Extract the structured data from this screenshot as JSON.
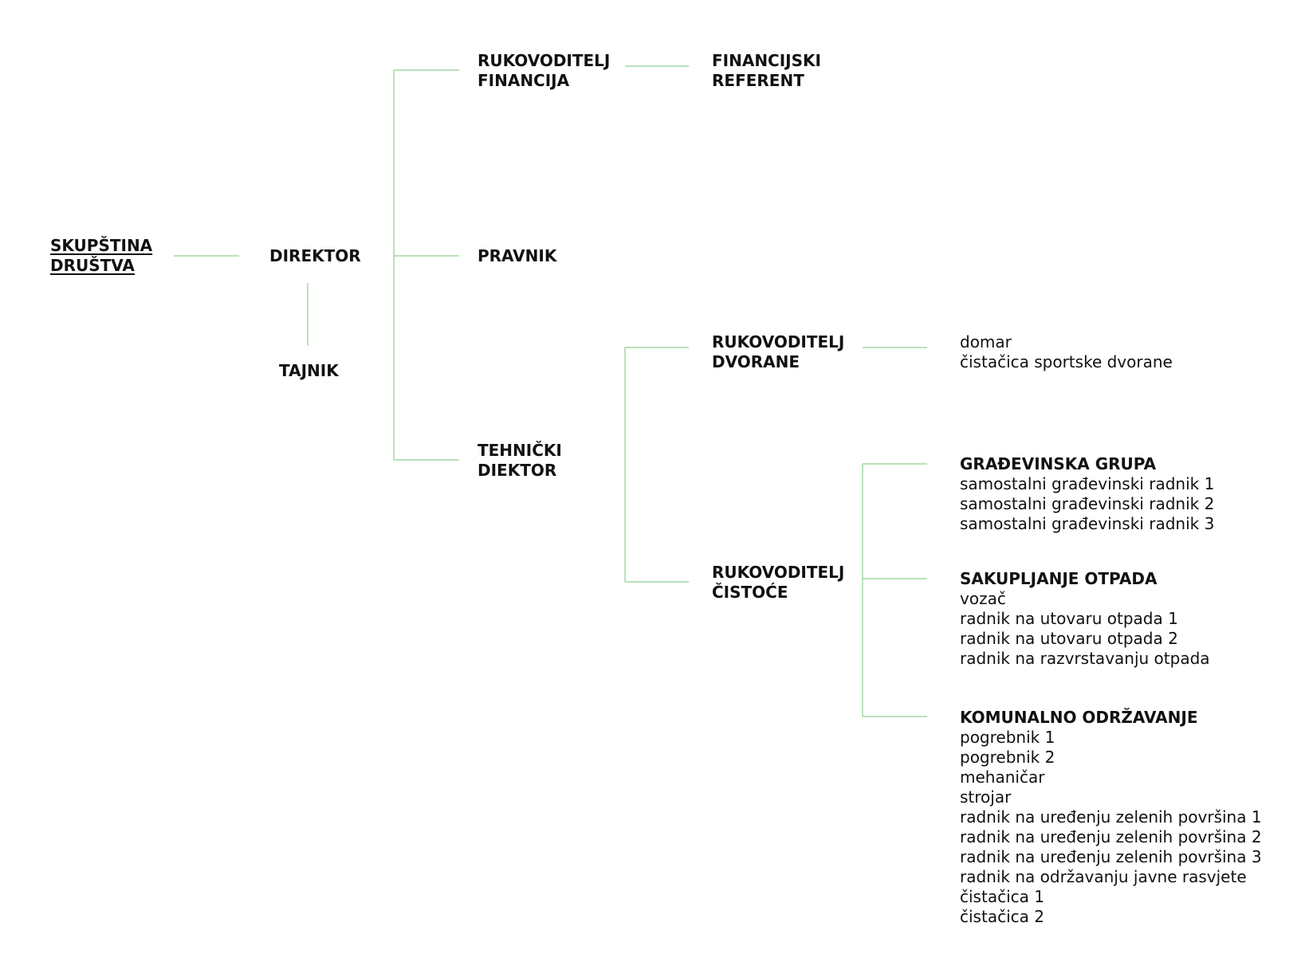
{
  "colors": {
    "connector": "#8fcf8f",
    "text": "#111111",
    "background": "#ffffff"
  },
  "nodes": {
    "skupstina": [
      "SKUPŠTINA",
      "DRUŠTVA"
    ],
    "direktor": "DIREKTOR",
    "tajnik": "TAJNIK",
    "rukovoditelj_financija": [
      "RUKOVODITELJ",
      "FINANCIJA"
    ],
    "financijski_referent": [
      "FINANCIJSKI",
      "REFERENT"
    ],
    "pravnik": "PRAVNIK",
    "tehnicki_direktor": [
      "TEHNIČKI",
      "DIEKTOR"
    ],
    "rukovoditelj_dvorane": [
      "RUKOVODITELJ",
      "DVORANE"
    ],
    "dvorana_staff": [
      "domar",
      "čistačica sportske dvorane"
    ],
    "rukovoditelj_cistoce": [
      "RUKOVODITELJ",
      "ČISTOĆE"
    ],
    "gradjevinska_grupa": {
      "title": "GRAĐEVINSKA GRUPA",
      "items": [
        "samostalni građevinski radnik 1",
        "samostalni građevinski radnik 2",
        "samostalni građevinski radnik 3"
      ]
    },
    "sakupljanje_otpada": {
      "title": "SAKUPLJANJE OTPADA",
      "items": [
        "vozač",
        "radnik na utovaru otpada 1",
        "radnik na utovaru otpada 2",
        "radnik na razvrstavanju otpada"
      ]
    },
    "komunalno_odrzavanje": {
      "title": "KOMUNALNO ODRŽAVANJE",
      "items": [
        "pogrebnik 1",
        "pogrebnik 2",
        "mehaničar",
        "strojar",
        "radnik na uređenju zelenih površina 1",
        "radnik na uređenju zelenih površina 2",
        "radnik na uređenju zelenih površina 3",
        "radnik na održavanju javne rasvjete",
        "čistačica 1",
        "čistačica 2"
      ]
    }
  }
}
